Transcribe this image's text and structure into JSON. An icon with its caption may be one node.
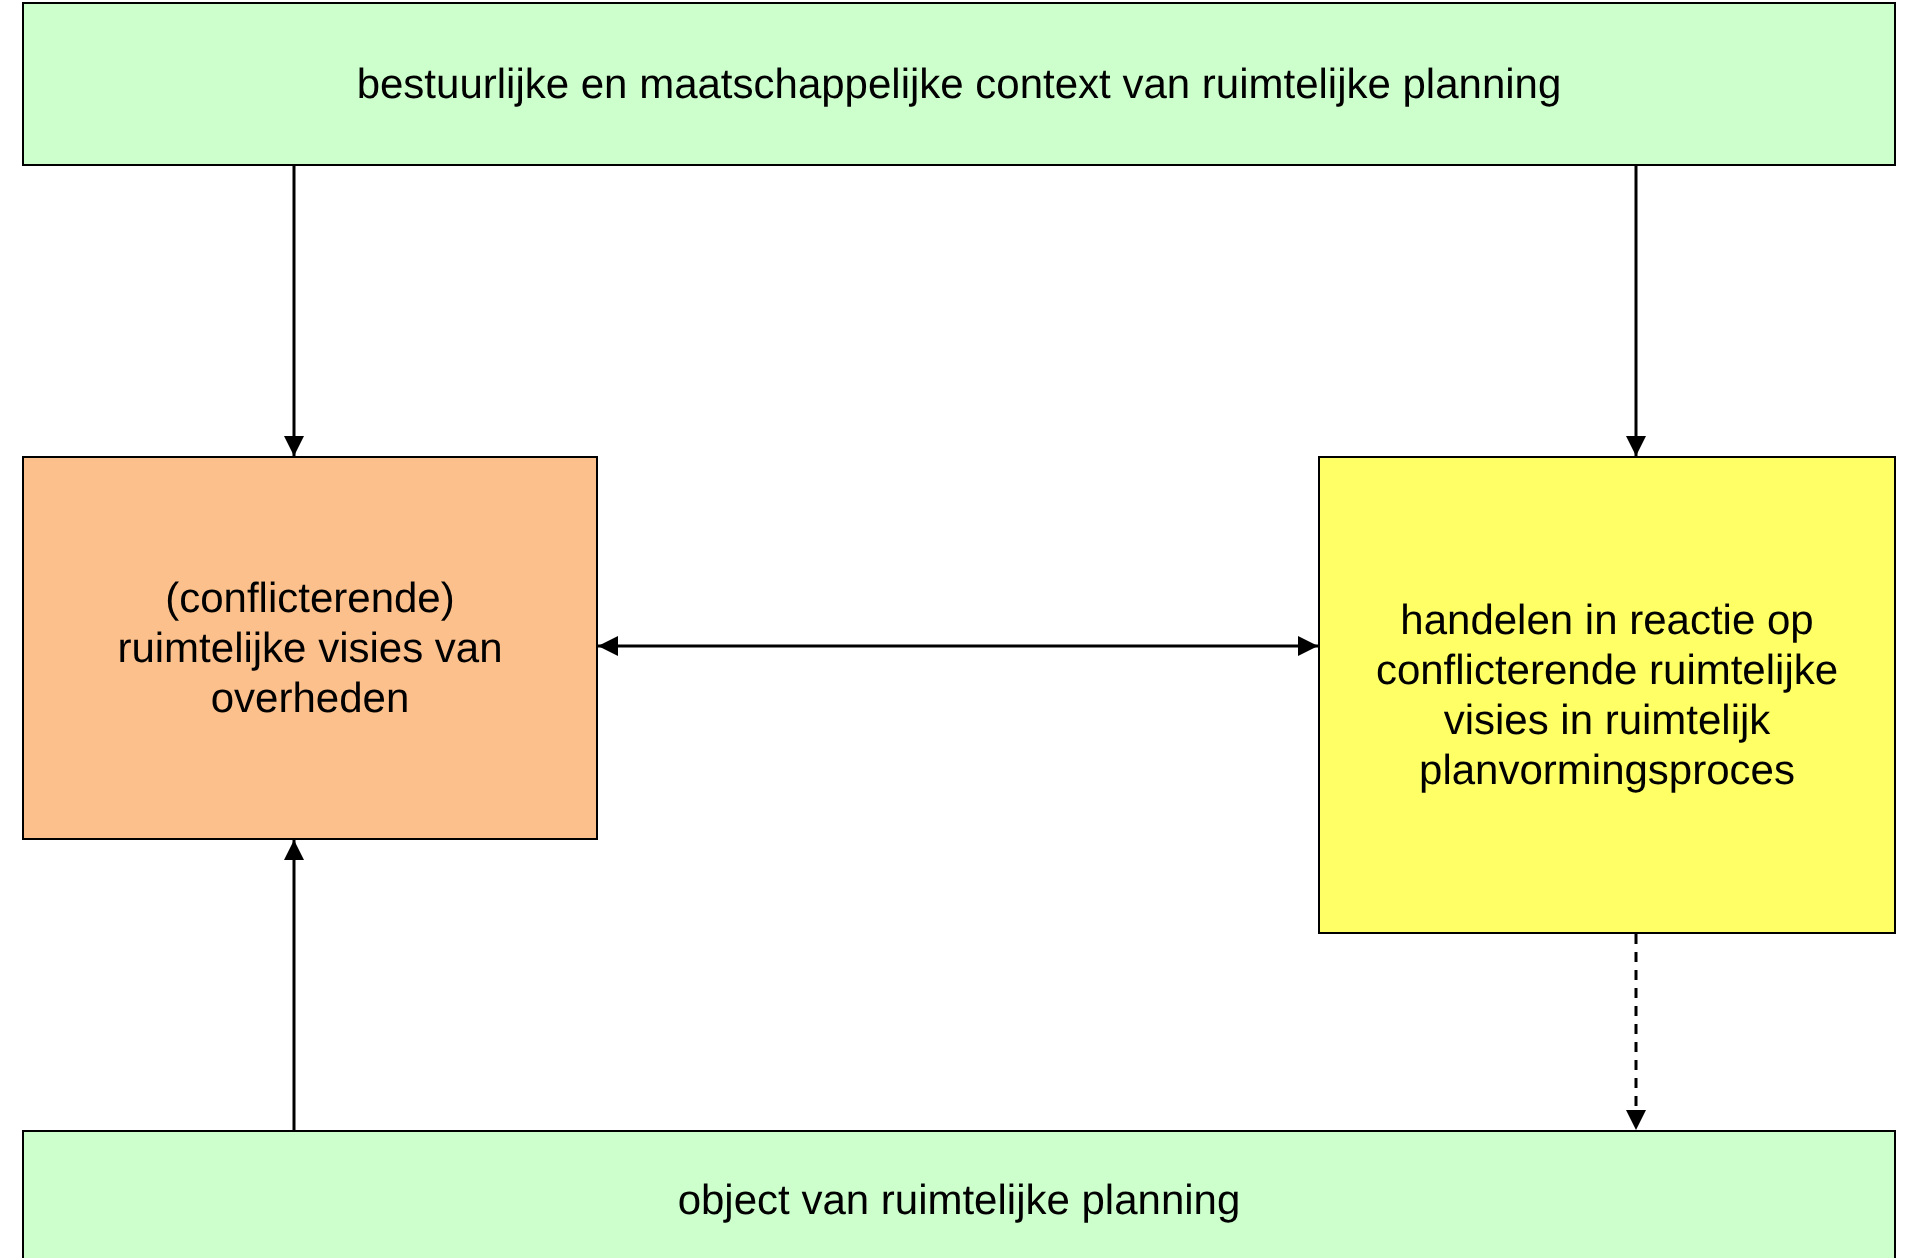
{
  "diagram": {
    "nodes": [
      {
        "text": [
          "bestuurlijke en maatschappelijke context van ruimtelijke planning"
        ]
      },
      {
        "text": [
          "(conflicterende) ruimtelijke visies van overheden"
        ]
      },
      {
        "text": [
          "handelen in reactie op conflicterende ruimtelijke visies in ruimtelijk planvormingsproces"
        ]
      },
      {
        "text": [
          "object van ruimtelijke planning"
        ]
      }
    ],
    "edges": [
      {
        "from": 0,
        "to": 1,
        "arrow": "to"
      },
      {
        "from": 0,
        "to": 2,
        "arrow": "to"
      },
      {
        "from": 1,
        "to": 2,
        "arrow": "both"
      },
      {
        "from": 3,
        "to": 1,
        "arrow": "to"
      },
      {
        "from": 2,
        "to": 3,
        "arrow": "to",
        "style": "dashed"
      }
    ]
  }
}
